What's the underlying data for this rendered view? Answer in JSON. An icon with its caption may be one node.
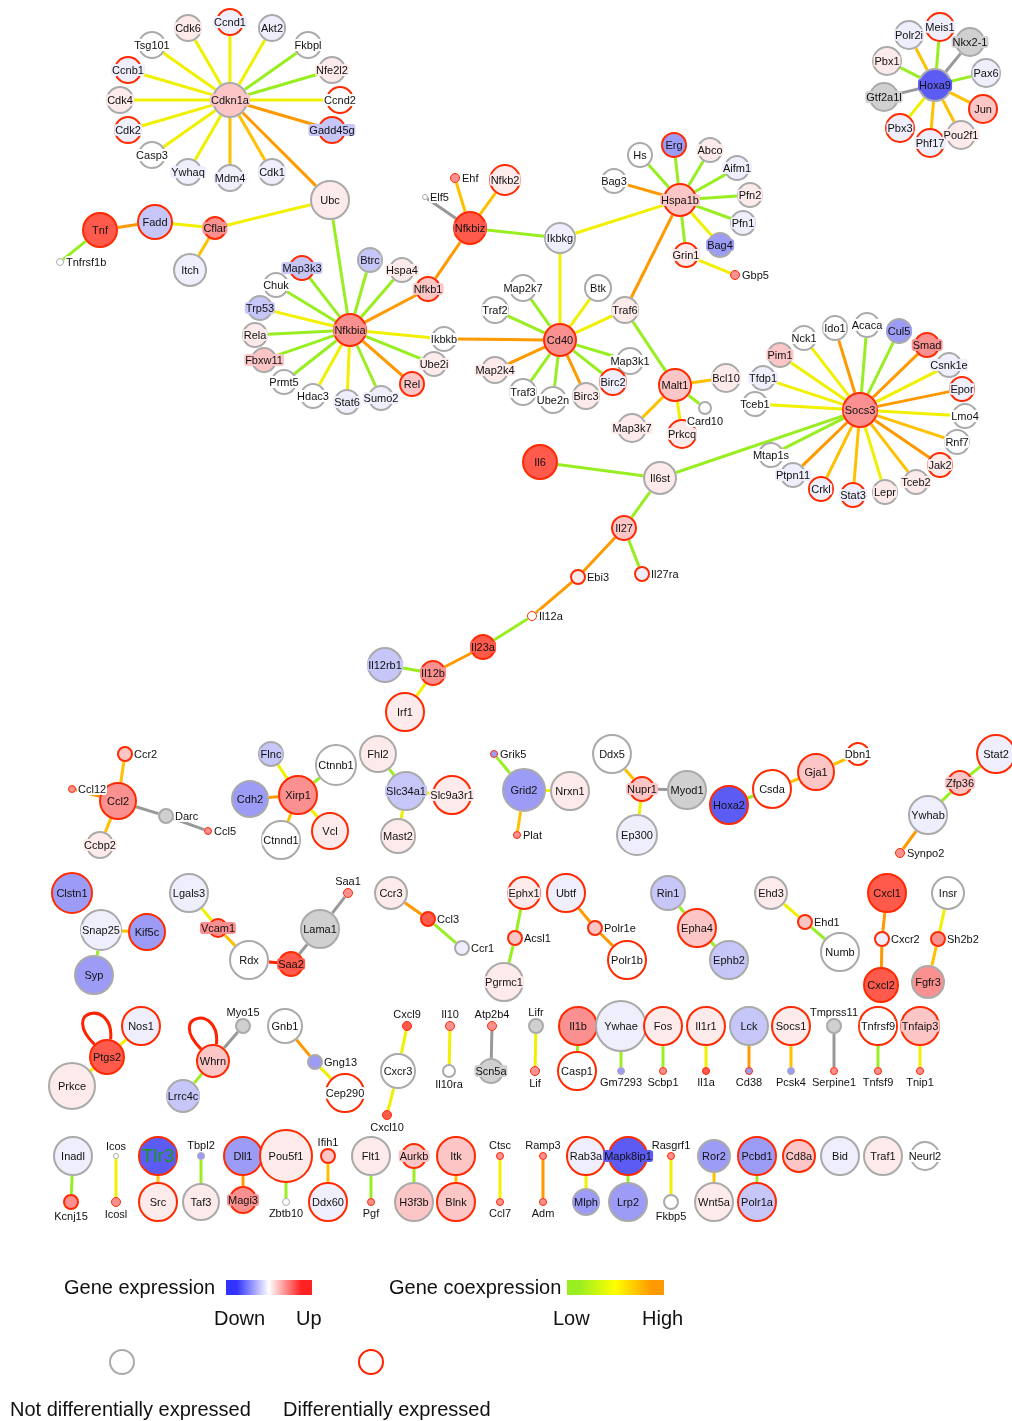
{
  "diagram": {
    "nodes": [
      {
        "text": [
          "Cdk6"
        ]
      },
      {
        "text": [
          "Ccnd1"
        ]
      },
      {
        "text": [
          "Ccnb1"
        ]
      },
      {
        "text": [
          "Cdk4"
        ]
      },
      {
        "text": [
          "Tsg101"
        ]
      },
      {
        "text": [
          "Akt2"
        ]
      },
      {
        "text": [
          "Fkbpl"
        ]
      },
      {
        "text": [
          "Cdk2"
        ]
      },
      {
        "text": [
          "Casp3"
        ]
      },
      {
        "text": [
          "Cdkn1a"
        ]
      },
      {
        "text": [
          "Nfe2l2"
        ]
      },
      {
        "text": [
          "Ccnd2"
        ]
      },
      {
        "text": [
          "Ywhaq"
        ]
      },
      {
        "text": [
          "Mdm4"
        ]
      },
      {
        "text": [
          "Cdk1"
        ]
      },
      {
        "text": [
          "Gadd45g"
        ]
      },
      {
        "text": [
          "Ubc"
        ]
      },
      {
        "text": [
          "Tnf"
        ]
      },
      {
        "text": [
          "Fadd"
        ]
      },
      {
        "text": [
          "Cflar"
        ]
      },
      {
        "text": [
          "Tnfrsf1b"
        ]
      },
      {
        "text": [
          "Itch"
        ]
      },
      {
        "text": [
          "Map3k3"
        ]
      },
      {
        "text": [
          "Btrc"
        ]
      },
      {
        "text": [
          "Hspa4"
        ]
      },
      {
        "text": [
          "Nfkb1"
        ]
      },
      {
        "text": [
          "Chuk"
        ]
      },
      {
        "text": [
          "Trp53"
        ]
      },
      {
        "text": [
          "Nfkbia"
        ]
      },
      {
        "text": [
          "Rela"
        ]
      },
      {
        "text": [
          "Fbxw11"
        ]
      },
      {
        "text": [
          "Hdac3"
        ]
      },
      {
        "text": [
          "Prmt5"
        ]
      },
      {
        "text": [
          "Sumo2"
        ]
      },
      {
        "text": [
          "Stat6"
        ]
      },
      {
        "text": [
          "Ube2i"
        ]
      },
      {
        "text": [
          "Ikbkb"
        ]
      },
      {
        "text": [
          "Rel"
        ]
      },
      {
        "text": [
          "Ehf"
        ]
      },
      {
        "text": [
          "Nfkb2"
        ]
      },
      {
        "text": [
          "Elf5"
        ]
      },
      {
        "text": [
          "Nfkbiz"
        ]
      },
      {
        "text": [
          "Ikbkg"
        ]
      },
      {
        "text": [
          "Hs"
        ]
      },
      {
        "text": [
          "Erg"
        ]
      },
      {
        "text": [
          "Abco"
        ]
      },
      {
        "text": [
          "Aifm1"
        ]
      },
      {
        "text": [
          "Pfn2"
        ]
      },
      {
        "text": [
          "Pfn1"
        ]
      },
      {
        "text": [
          "Bag3"
        ]
      },
      {
        "text": [
          "Hspa1b"
        ]
      },
      {
        "text": [
          "Bag4"
        ]
      },
      {
        "text": [
          "Grin1"
        ]
      },
      {
        "text": [
          "Gbp5"
        ]
      },
      {
        "text": [
          "Map2k7"
        ]
      },
      {
        "text": [
          "Traf2"
        ]
      },
      {
        "text": [
          "Btk"
        ]
      },
      {
        "text": [
          "Traf6"
        ]
      },
      {
        "text": [
          "Cd40"
        ]
      },
      {
        "text": [
          "Map3k1"
        ]
      },
      {
        "text": [
          "Map2k4"
        ]
      },
      {
        "text": [
          "Birc2"
        ]
      },
      {
        "text": [
          "Traf3"
        ]
      },
      {
        "text": [
          "Ube2n"
        ]
      },
      {
        "text": [
          "Birc3"
        ]
      },
      {
        "text": [
          "Malt1"
        ]
      },
      {
        "text": [
          "Card10"
        ]
      },
      {
        "text": [
          "Bcl10"
        ]
      },
      {
        "text": [
          "Map3k7"
        ]
      },
      {
        "text": [
          "Prkcq"
        ]
      },
      {
        "text": [
          "Pim1"
        ]
      },
      {
        "text": [
          "Nck1"
        ]
      },
      {
        "text": [
          "Acaca"
        ]
      },
      {
        "text": [
          "Cul5"
        ]
      },
      {
        "text": [
          "Tfdp1"
        ]
      },
      {
        "text": [
          "Ido1"
        ]
      },
      {
        "text": [
          "Smad"
        ]
      },
      {
        "text": [
          "Csnk1e"
        ]
      },
      {
        "text": [
          "Tceb1"
        ]
      },
      {
        "text": [
          "Socs3"
        ]
      },
      {
        "text": [
          "Epor"
        ]
      },
      {
        "text": [
          "Lmo4"
        ]
      },
      {
        "text": [
          "Mtap1s"
        ]
      },
      {
        "text": [
          "Tceb2"
        ]
      },
      {
        "text": [
          "Rnf7"
        ]
      },
      {
        "text": [
          "Ptpn11"
        ]
      },
      {
        "text": [
          "Stat3"
        ]
      },
      {
        "text": [
          "Crkl"
        ]
      },
      {
        "text": [
          "Lepr"
        ]
      },
      {
        "text": [
          "Jak2"
        ]
      },
      {
        "text": [
          "Il6"
        ]
      },
      {
        "text": [
          "Il6st"
        ]
      },
      {
        "text": [
          "Il27"
        ]
      },
      {
        "text": [
          "Il27ra"
        ]
      },
      {
        "text": [
          "Ebi3"
        ]
      },
      {
        "text": [
          "Il12a"
        ]
      },
      {
        "text": [
          "Il23a"
        ]
      },
      {
        "text": [
          "Il12rb1"
        ]
      },
      {
        "text": [
          "Il12b"
        ]
      },
      {
        "text": [
          "Irf1"
        ]
      },
      {
        "text": [
          "Meis1"
        ]
      },
      {
        "text": [
          "Polr2i"
        ]
      },
      {
        "text": [
          "Nkx2-1"
        ]
      },
      {
        "text": [
          "Pbx1"
        ]
      },
      {
        "text": [
          "Hoxa9"
        ]
      },
      {
        "text": [
          "Pax6"
        ]
      },
      {
        "text": [
          "Gtf2a1l"
        ]
      },
      {
        "text": [
          "Jun"
        ]
      },
      {
        "text": [
          "Pbx3"
        ]
      },
      {
        "text": [
          "Pou2f1"
        ]
      },
      {
        "text": [
          "Phf17"
        ]
      },
      {
        "text": [
          "Ccr2"
        ]
      },
      {
        "text": [
          "Ccl12"
        ]
      },
      {
        "text": [
          "Ccl2"
        ]
      },
      {
        "text": [
          "Darc"
        ]
      },
      {
        "text": [
          "Ccl5"
        ]
      },
      {
        "text": [
          "Ccbp2"
        ]
      },
      {
        "text": [
          "Flnc"
        ]
      },
      {
        "text": [
          "Ctnnb1"
        ]
      },
      {
        "text": [
          "Cdh2"
        ]
      },
      {
        "text": [
          "Xirp1"
        ]
      },
      {
        "text": [
          "Vcl"
        ]
      },
      {
        "text": [
          "Ctnnd1"
        ]
      },
      {
        "text": [
          "Fhl2"
        ]
      },
      {
        "text": [
          "Slc34a1"
        ]
      },
      {
        "text": [
          "Slc9a3r1"
        ]
      },
      {
        "text": [
          "Mast2"
        ]
      },
      {
        "text": [
          "Grik5"
        ]
      },
      {
        "text": [
          "Grid2"
        ]
      },
      {
        "text": [
          "Nrxn1"
        ]
      },
      {
        "text": [
          "Plat"
        ]
      },
      {
        "text": [
          "Ddx5"
        ]
      },
      {
        "text": [
          "Nupr1"
        ]
      },
      {
        "text": [
          "Myod1"
        ]
      },
      {
        "text": [
          "Ep300"
        ]
      },
      {
        "text": [
          "Hoxa2"
        ]
      },
      {
        "text": [
          "Csda"
        ]
      },
      {
        "text": [
          "Gja1"
        ]
      },
      {
        "text": [
          "Dbn1"
        ]
      },
      {
        "text": [
          "Stat2"
        ]
      },
      {
        "text": [
          "Zfp36"
        ]
      },
      {
        "text": [
          "Ywhab"
        ]
      },
      {
        "text": [
          "Synpo2"
        ]
      },
      {
        "text": [
          "Clstn1"
        ]
      },
      {
        "text": [
          "Snap25"
        ]
      },
      {
        "text": [
          "Kif5c"
        ]
      },
      {
        "text": [
          "Syp"
        ]
      },
      {
        "text": [
          "Lgals3"
        ]
      },
      {
        "text": [
          "Vcam1"
        ]
      },
      {
        "text": [
          "Rdx"
        ]
      },
      {
        "text": [
          "Saa1"
        ]
      },
      {
        "text": [
          "Lama1"
        ]
      },
      {
        "text": [
          "Saa2"
        ]
      },
      {
        "text": [
          "Ccr3"
        ]
      },
      {
        "text": [
          "Ccl3"
        ]
      },
      {
        "text": [
          "Ccr1"
        ]
      },
      {
        "text": [
          "Ephx1"
        ]
      },
      {
        "text": [
          "Ubtf"
        ]
      },
      {
        "text": [
          "Acsl1"
        ]
      },
      {
        "text": [
          "Polr1e"
        ]
      },
      {
        "text": [
          "Pgrmc1"
        ]
      },
      {
        "text": [
          "Polr1b"
        ]
      },
      {
        "text": [
          "Rin1"
        ]
      },
      {
        "text": [
          "Epha4"
        ]
      },
      {
        "text": [
          "Ephb2"
        ]
      },
      {
        "text": [
          "Ehd3"
        ]
      },
      {
        "text": [
          "Ehd1"
        ]
      },
      {
        "text": [
          "Numb"
        ]
      },
      {
        "text": [
          "Cxcl1"
        ]
      },
      {
        "text": [
          "Insr"
        ]
      },
      {
        "text": [
          "Cxcr2"
        ]
      },
      {
        "text": [
          "Sh2b2"
        ]
      },
      {
        "text": [
          "Cxcl2"
        ]
      },
      {
        "text": [
          "Fgfr3"
        ]
      },
      {
        "text": [
          "Nos1"
        ]
      },
      {
        "text": [
          "Ptgs2"
        ]
      },
      {
        "text": [
          "Prkce"
        ]
      },
      {
        "text": [
          "Myo15"
        ]
      },
      {
        "text": [
          "Gnb1"
        ]
      },
      {
        "text": [
          "Whrn"
        ]
      },
      {
        "text": [
          "Gng13"
        ]
      },
      {
        "text": [
          "Lrrc4c"
        ]
      },
      {
        "text": [
          "Cep290"
        ]
      },
      {
        "text": [
          "Cxcl9"
        ]
      },
      {
        "text": [
          "Cxcr3"
        ]
      },
      {
        "text": [
          "Cxcl10"
        ]
      },
      {
        "text": [
          "Il10"
        ]
      },
      {
        "text": [
          "Il10ra"
        ]
      },
      {
        "text": [
          "Atp2b4"
        ]
      },
      {
        "text": [
          "Scn5a"
        ]
      },
      {
        "text": [
          "Lifr"
        ]
      },
      {
        "text": [
          "Lif"
        ]
      },
      {
        "text": [
          "Il1b"
        ]
      },
      {
        "text": [
          "Casp1"
        ]
      },
      {
        "text": [
          "Ywhae"
        ]
      },
      {
        "text": [
          "Gm7293"
        ]
      },
      {
        "text": [
          "Fos"
        ]
      },
      {
        "text": [
          "Scbp1"
        ]
      },
      {
        "text": [
          "Il1r1"
        ]
      },
      {
        "text": [
          "Il1a"
        ]
      },
      {
        "text": [
          "Lck"
        ]
      },
      {
        "text": [
          "Cd38"
        ]
      },
      {
        "text": [
          "Socs1"
        ]
      },
      {
        "text": [
          "Pcsk4"
        ]
      },
      {
        "text": [
          "Tmprss11"
        ]
      },
      {
        "text": [
          "Serpine1"
        ]
      },
      {
        "text": [
          "Tnfrsf9"
        ]
      },
      {
        "text": [
          "Tnfsf9"
        ]
      },
      {
        "text": [
          "Tnfaip3"
        ]
      },
      {
        "text": [
          "Tnip1"
        ]
      },
      {
        "text": [
          "Inadl"
        ]
      },
      {
        "text": [
          "Kcnj15"
        ]
      },
      {
        "text": [
          "Icos"
        ]
      },
      {
        "text": [
          "Icosl"
        ]
      },
      {
        "text": [
          "Tlr3"
        ]
      },
      {
        "text": [
          "Src"
        ]
      },
      {
        "text": [
          "Tbpl2"
        ]
      },
      {
        "text": [
          "Taf3"
        ]
      },
      {
        "text": [
          "Dll1"
        ]
      },
      {
        "text": [
          "Magi3"
        ]
      },
      {
        "text": [
          "Pou5f1"
        ]
      },
      {
        "text": [
          "Zbtb10"
        ]
      },
      {
        "text": [
          "Ifih1"
        ]
      },
      {
        "text": [
          "Ddx60"
        ]
      },
      {
        "text": [
          "Flt1"
        ]
      },
      {
        "text": [
          "Pgf"
        ]
      },
      {
        "text": [
          "Aurkb"
        ]
      },
      {
        "text": [
          "H3f3b"
        ]
      },
      {
        "text": [
          "Itk"
        ]
      },
      {
        "text": [
          "Blnk"
        ]
      },
      {
        "text": [
          "Ctsc"
        ]
      },
      {
        "text": [
          "Ccl7"
        ]
      },
      {
        "text": [
          "Ramp3"
        ]
      },
      {
        "text": [
          "Adm"
        ]
      },
      {
        "text": [
          "Rab3a"
        ]
      },
      {
        "text": [
          "Mapk8ip1"
        ]
      },
      {
        "text": [
          "Mlph"
        ]
      },
      {
        "text": [
          "Lrp2"
        ]
      },
      {
        "text": [
          "Rasgrf1"
        ]
      },
      {
        "text": [
          "Fkbp5"
        ]
      },
      {
        "text": [
          "Ror2"
        ]
      },
      {
        "text": [
          "Wnt5a"
        ]
      },
      {
        "text": [
          "Pcbd1"
        ]
      },
      {
        "text": [
          "Polr1a"
        ]
      },
      {
        "text": [
          "Cd8a"
        ]
      },
      {
        "text": [
          "Bid"
        ]
      },
      {
        "text": [
          "Traf1"
        ]
      },
      {
        "text": [
          "Neurl2"
        ]
      }
    ],
    "edges": [
      {
        "from": 9,
        "to": 0,
        "arrow": "none",
        "color": "#f0f000"
      },
      {
        "from": 9,
        "to": 1,
        "arrow": "none",
        "color": "#f0f000"
      },
      {
        "from": 9,
        "to": 2,
        "arrow": "none",
        "color": "#f0f000"
      },
      {
        "from": 9,
        "to": 3,
        "arrow": "none",
        "color": "#f0f000"
      },
      {
        "from": 9,
        "to": 4,
        "arrow": "none",
        "color": "#f0f000"
      },
      {
        "from": 9,
        "to": 5,
        "arrow": "none",
        "color": "#f0f000"
      },
      {
        "from": 9,
        "to": 6,
        "arrow": "none"
      },
      {
        "from": 9,
        "to": 7,
        "arrow": "none",
        "color": "#f0f000"
      },
      {
        "from": 9,
        "to": 8,
        "arrow": "none",
        "color": "#f0f000"
      },
      {
        "from": 9,
        "to": 10,
        "arrow": "none"
      },
      {
        "from": 9,
        "to": 11,
        "arrow": "none",
        "color": "#f0f000"
      },
      {
        "from": 9,
        "to": 12,
        "arrow": "none",
        "color": "#f0f000"
      },
      {
        "from": 9,
        "to": 13,
        "arrow": "none",
        "color": "#ffc000"
      },
      {
        "from": 9,
        "to": 14,
        "arrow": "none",
        "color": "#ffc000"
      },
      {
        "from": 9,
        "to": 15,
        "arrow": "none",
        "color": "#ff9900"
      },
      {
        "from": 9,
        "to": 16,
        "arrow": "none",
        "color": "#ff9900"
      },
      {
        "from": 16,
        "to": 19,
        "arrow": "none",
        "color": "#f0f000"
      },
      {
        "from": 19,
        "to": 18,
        "arrow": "none",
        "color": "#f0f000"
      },
      {
        "from": 18,
        "to": 17,
        "arrow": "none",
        "color": "#ff9900"
      },
      {
        "from": 17,
        "to": 20,
        "arrow": "none"
      },
      {
        "from": 19,
        "to": 21,
        "arrow": "none",
        "color": "#ffc000"
      },
      {
        "from": 16,
        "to": 28,
        "arrow": "none"
      },
      {
        "from": 28,
        "to": 22,
        "arrow": "none"
      },
      {
        "from": 28,
        "to": 23,
        "arrow": "none"
      },
      {
        "from": 28,
        "to": 24,
        "arrow": "none"
      },
      {
        "from": 28,
        "to": 25,
        "arrow": "none",
        "color": "#ff9900"
      },
      {
        "from": 28,
        "to": 26,
        "arrow": "none"
      },
      {
        "from": 28,
        "to": 27,
        "arrow": "none",
        "color": "#f0f000"
      },
      {
        "from": 28,
        "to": 29,
        "arrow": "none"
      },
      {
        "from": 28,
        "to": 30,
        "arrow": "none"
      },
      {
        "from": 28,
        "to": 31,
        "arrow": "none",
        "color": "#f0f000"
      },
      {
        "from": 28,
        "to": 32,
        "arrow": "none"
      },
      {
        "from": 28,
        "to": 33,
        "arrow": "none"
      },
      {
        "from": 28,
        "to": 34,
        "arrow": "none",
        "color": "#f0f000"
      },
      {
        "from": 28,
        "to": 35,
        "arrow": "none"
      },
      {
        "from": 28,
        "to": 36,
        "arrow": "none",
        "color": "#f0f000"
      },
      {
        "from": 28,
        "to": 37,
        "arrow": "none",
        "color": "#ff9900"
      },
      {
        "from": 25,
        "to": 41,
        "arrow": "none",
        "color": "#ff9900"
      },
      {
        "from": 41,
        "to": 38,
        "arrow": "none",
        "color": "#ffc000"
      },
      {
        "from": 41,
        "to": 39,
        "arrow": "none",
        "color": "#ffc000"
      },
      {
        "from": 41,
        "to": 40,
        "arrow": "none",
        "color": "#999999"
      },
      {
        "from": 41,
        "to": 42,
        "arrow": "none"
      },
      {
        "from": 42,
        "to": 50,
        "arrow": "none",
        "color": "#f0f000"
      },
      {
        "from": 42,
        "to": 58,
        "arrow": "none",
        "color": "#f0f000"
      },
      {
        "from": 58,
        "to": 54,
        "arrow": "none"
      },
      {
        "from": 58,
        "to": 55,
        "arrow": "none"
      },
      {
        "from": 58,
        "to": 56,
        "arrow": "none",
        "color": "#f0f000"
      },
      {
        "from": 58,
        "to": 57,
        "arrow": "none",
        "color": "#f0f000"
      },
      {
        "from": 58,
        "to": 59,
        "arrow": "none"
      },
      {
        "from": 58,
        "to": 60,
        "arrow": "none",
        "color": "#ff9900"
      },
      {
        "from": 58,
        "to": 61,
        "arrow": "none"
      },
      {
        "from": 58,
        "to": 62,
        "arrow": "none"
      },
      {
        "from": 58,
        "to": 63,
        "arrow": "none"
      },
      {
        "from": 58,
        "to": 64,
        "arrow": "none",
        "color": "#ff9900"
      },
      {
        "from": 58,
        "to": 36,
        "arrow": "none",
        "color": "#ff9900"
      },
      {
        "from": 57,
        "to": 50,
        "arrow": "none",
        "color": "#ff9900"
      },
      {
        "from": 57,
        "to": 65,
        "arrow": "none"
      },
      {
        "from": 50,
        "to": 43,
        "arrow": "none"
      },
      {
        "from": 50,
        "to": 44,
        "arrow": "none"
      },
      {
        "from": 50,
        "to": 45,
        "arrow": "none"
      },
      {
        "from": 50,
        "to": 46,
        "arrow": "none"
      },
      {
        "from": 50,
        "to": 47,
        "arrow": "none"
      },
      {
        "from": 50,
        "to": 48,
        "arrow": "none"
      },
      {
        "from": 50,
        "to": 49,
        "arrow": "none",
        "color": "#ff9900"
      },
      {
        "from": 50,
        "to": 51,
        "arrow": "none",
        "color": "#f0f000"
      },
      {
        "from": 50,
        "to": 52,
        "arrow": "none"
      },
      {
        "from": 52,
        "to": 53,
        "arrow": "none",
        "color": "#f0f000"
      },
      {
        "from": 65,
        "to": 67,
        "arrow": "none",
        "color": "#ffc000"
      },
      {
        "from": 65,
        "to": 66,
        "arrow": "none"
      },
      {
        "from": 65,
        "to": 68,
        "arrow": "none",
        "color": "#ffc000"
      },
      {
        "from": 65,
        "to": 69,
        "arrow": "none",
        "color": "#f0f000"
      },
      {
        "from": 79,
        "to": 70,
        "arrow": "none",
        "color": "#f0f000"
      },
      {
        "from": 79,
        "to": 71,
        "arrow": "none",
        "color": "#f0f000"
      },
      {
        "from": 79,
        "to": 72,
        "arrow": "none"
      },
      {
        "from": 79,
        "to": 73,
        "arrow": "none"
      },
      {
        "from": 79,
        "to": 74,
        "arrow": "none",
        "color": "#f0f000"
      },
      {
        "from": 79,
        "to": 75,
        "arrow": "none",
        "color": "#ff9900"
      },
      {
        "from": 79,
        "to": 76,
        "arrow": "none",
        "color": "#ff9900"
      },
      {
        "from": 79,
        "to": 77,
        "arrow": "none",
        "color": "#f0f000"
      },
      {
        "from": 79,
        "to": 78,
        "arrow": "none",
        "color": "#f0f000"
      },
      {
        "from": 79,
        "to": 80,
        "arrow": "none",
        "color": "#ff9900"
      },
      {
        "from": 79,
        "to": 81,
        "arrow": "none",
        "color": "#f0f000"
      },
      {
        "from": 79,
        "to": 82,
        "arrow": "none"
      },
      {
        "from": 79,
        "to": 83,
        "arrow": "none",
        "color": "#ffc000"
      },
      {
        "from": 79,
        "to": 84,
        "arrow": "none",
        "color": "#ffc000"
      },
      {
        "from": 79,
        "to": 85,
        "arrow": "none",
        "color": "#ff9900"
      },
      {
        "from": 79,
        "to": 86,
        "arrow": "none",
        "color": "#ffc000"
      },
      {
        "from": 79,
        "to": 87,
        "arrow": "none",
        "color": "#ffc000"
      },
      {
        "from": 79,
        "to": 88,
        "arrow": "none",
        "color": "#f0f000"
      },
      {
        "from": 79,
        "to": 89,
        "arrow": "none",
        "color": "#ff9900"
      },
      {
        "from": 79,
        "to": 91,
        "arrow": "none"
      },
      {
        "from": 91,
        "to": 90,
        "arrow": "none"
      },
      {
        "from": 91,
        "to": 92,
        "arrow": "none"
      },
      {
        "from": 92,
        "to": 93,
        "arrow": "none"
      },
      {
        "from": 92,
        "to": 94,
        "arrow": "none",
        "color": "#ff9900"
      },
      {
        "from": 94,
        "to": 95,
        "arrow": "none",
        "color": "#ff9900"
      },
      {
        "from": 95,
        "to": 96,
        "arrow": "none"
      },
      {
        "from": 96,
        "to": 98,
        "arrow": "none",
        "color": "#ff9900"
      },
      {
        "from": 98,
        "to": 97,
        "arrow": "none"
      },
      {
        "from": 98,
        "to": 99,
        "arrow": "none",
        "color": "#f0f000"
      },
      {
        "from": 104,
        "to": 100,
        "arrow": "none"
      },
      {
        "from": 104,
        "to": 101,
        "arrow": "none",
        "color": "#ffc000"
      },
      {
        "from": 104,
        "to": 102,
        "arrow": "none",
        "color": "#999999"
      },
      {
        "from": 104,
        "to": 103,
        "arrow": "none"
      },
      {
        "from": 104,
        "to": 106,
        "arrow": "none",
        "color": "#999999"
      },
      {
        "from": 104,
        "to": 108,
        "arrow": "none",
        "color": "#f0f000"
      },
      {
        "from": 104,
        "to": 110,
        "arrow": "none",
        "color": "#ffc000"
      },
      {
        "from": 104,
        "to": 109,
        "arrow": "none",
        "color": "#ffc000"
      },
      {
        "from": 104,
        "to": 107,
        "arrow": "none",
        "color": "#ffc000"
      },
      {
        "from": 104,
        "to": 105,
        "arrow": "none"
      },
      {
        "from": 113,
        "to": 111,
        "arrow": "none",
        "color": "#ffc000"
      },
      {
        "from": 113,
        "to": 112,
        "arrow": "none",
        "color": "#ff9900"
      },
      {
        "from": 113,
        "to": 116,
        "arrow": "none",
        "color": "#ffc000"
      },
      {
        "from": 113,
        "to": 114,
        "arrow": "none",
        "color": "#999999"
      },
      {
        "from": 114,
        "to": 115,
        "arrow": "none",
        "color": "#999999"
      },
      {
        "from": 120,
        "to": 117,
        "arrow": "none",
        "color": "#f0f000"
      },
      {
        "from": 120,
        "to": 119,
        "arrow": "none",
        "color": "#ff9900"
      },
      {
        "from": 120,
        "to": 118,
        "arrow": "none"
      },
      {
        "from": 120,
        "to": 121,
        "arrow": "none",
        "color": "#f0f000"
      },
      {
        "from": 120,
        "to": 122,
        "arrow": "none",
        "color": "#ffc000"
      },
      {
        "from": 124,
        "to": 123,
        "arrow": "none"
      },
      {
        "from": 124,
        "to": 125,
        "arrow": "none",
        "color": "#f0f000"
      },
      {
        "from": 124,
        "to": 126,
        "arrow": "none",
        "color": "#f0f000"
      },
      {
        "from": 128,
        "to": 127,
        "arrow": "none"
      },
      {
        "from": 128,
        "to": 129,
        "arrow": "none",
        "color": "#f0f000"
      },
      {
        "from": 128,
        "to": 130,
        "arrow": "none",
        "color": "#ffc000"
      },
      {
        "from": 132,
        "to": 131,
        "arrow": "none",
        "color": "#ffc000"
      },
      {
        "from": 132,
        "to": 133,
        "arrow": "none",
        "color": "#999999"
      },
      {
        "from": 132,
        "to": 134,
        "arrow": "none",
        "color": "#f0f000"
      },
      {
        "from": 135,
        "to": 136,
        "arrow": "none"
      },
      {
        "from": 136,
        "to": 137,
        "arrow": "none",
        "color": "#ffc000"
      },
      {
        "from": 137,
        "to": 138,
        "arrow": "none",
        "color": "#ffc000"
      },
      {
        "from": 139,
        "to": 140,
        "arrow": "none"
      },
      {
        "from": 140,
        "to": 141,
        "arrow": "none"
      },
      {
        "from": 141,
        "to": 142,
        "arrow": "none",
        "color": "#ff9900"
      },
      {
        "from": 144,
        "to": 145,
        "arrow": "none",
        "color": "#ffc000"
      },
      {
        "from": 144,
        "to": 146,
        "arrow": "none"
      },
      {
        "from": 148,
        "to": 147,
        "arrow": "none",
        "color": "#f0f000"
      },
      {
        "from": 148,
        "to": 149,
        "arrow": "none",
        "color": "#ffc000"
      },
      {
        "from": 149,
        "to": 152,
        "arrow": "none",
        "color": "#ff2200"
      },
      {
        "from": 152,
        "to": 151,
        "arrow": "none",
        "color": "#999999"
      },
      {
        "from": 151,
        "to": 150,
        "arrow": "none",
        "color": "#999999"
      },
      {
        "from": 153,
        "to": 154,
        "arrow": "none",
        "color": "#ff9900"
      },
      {
        "from": 154,
        "to": 155,
        "arrow": "none"
      },
      {
        "from": 158,
        "to": 156,
        "arrow": "none"
      },
      {
        "from": 158,
        "to": 160,
        "arrow": "none"
      },
      {
        "from": 159,
        "to": 157,
        "arrow": "none",
        "color": "#ff9900"
      },
      {
        "from": 159,
        "to": 161,
        "arrow": "none",
        "color": "#ff9900"
      },
      {
        "from": 162,
        "to": 163,
        "arrow": "none"
      },
      {
        "from": 163,
        "to": 164,
        "arrow": "none"
      },
      {
        "from": 166,
        "to": 165,
        "arrow": "none",
        "color": "#f0f000"
      },
      {
        "from": 166,
        "to": 167,
        "arrow": "none"
      },
      {
        "from": 170,
        "to": 168,
        "arrow": "none",
        "color": "#ff9900"
      },
      {
        "from": 170,
        "to": 172,
        "arrow": "none",
        "color": "#ff9900"
      },
      {
        "from": 171,
        "to": 169,
        "arrow": "none",
        "color": "#f0f000"
      },
      {
        "from": 171,
        "to": 173,
        "arrow": "none",
        "color": "#ffc000"
      },
      {
        "from": 175,
        "to": 175,
        "arrow": "none",
        "color": "#ff2200"
      },
      {
        "from": 175,
        "to": 174,
        "arrow": "none",
        "color": "#f0f000"
      },
      {
        "from": 175,
        "to": 176,
        "arrow": "none",
        "color": "#f0f000"
      },
      {
        "from": 179,
        "to": 179,
        "arrow": "none",
        "color": "#ff2200"
      },
      {
        "from": 179,
        "to": 177,
        "arrow": "none",
        "color": "#999999"
      },
      {
        "from": 179,
        "to": 181,
        "arrow": "none"
      },
      {
        "from": 180,
        "to": 178,
        "arrow": "none",
        "color": "#ff9900"
      },
      {
        "from": 180,
        "to": 182,
        "arrow": "none",
        "color": "#f0f000"
      },
      {
        "from": 184,
        "to": 183,
        "arrow": "none",
        "color": "#f0f000"
      },
      {
        "from": 184,
        "to": 185,
        "arrow": "none",
        "color": "#f0f000"
      },
      {
        "from": 186,
        "to": 187,
        "arrow": "none",
        "color": "#f0f000"
      },
      {
        "from": 188,
        "to": 189,
        "arrow": "none",
        "color": "#999999"
      },
      {
        "from": 190,
        "to": 191,
        "arrow": "none",
        "color": "#f0f000"
      },
      {
        "from": 192,
        "to": 193,
        "arrow": "none"
      },
      {
        "from": 194,
        "to": 195,
        "arrow": "none"
      },
      {
        "from": 196,
        "to": 197,
        "arrow": "none"
      },
      {
        "from": 198,
        "to": 199,
        "arrow": "none",
        "color": "#f0f000"
      },
      {
        "from": 200,
        "to": 201,
        "arrow": "none",
        "color": "#ff9900"
      },
      {
        "from": 202,
        "to": 203,
        "arrow": "none",
        "color": "#ffc000"
      },
      {
        "from": 204,
        "to": 205,
        "arrow": "none",
        "color": "#999999"
      },
      {
        "from": 206,
        "to": 207,
        "arrow": "none"
      },
      {
        "from": 208,
        "to": 209,
        "arrow": "none",
        "color": "#f0f000"
      },
      {
        "from": 210,
        "to": 211,
        "arrow": "none"
      },
      {
        "from": 212,
        "to": 213,
        "arrow": "none",
        "color": "#f0f000"
      },
      {
        "from": 214,
        "to": 215,
        "arrow": "none",
        "color": "#ffc000"
      },
      {
        "from": 216,
        "to": 217,
        "arrow": "none"
      },
      {
        "from": 218,
        "to": 219,
        "arrow": "none",
        "color": "#ff9900"
      },
      {
        "from": 220,
        "to": 221,
        "arrow": "none"
      },
      {
        "from": 222,
        "to": 223,
        "arrow": "none",
        "color": "#ffc000"
      },
      {
        "from": 224,
        "to": 225,
        "arrow": "none"
      },
      {
        "from": 226,
        "to": 227,
        "arrow": "none"
      },
      {
        "from": 228,
        "to": 229,
        "arrow": "none",
        "color": "#ffc000"
      },
      {
        "from": 230,
        "to": 231,
        "arrow": "none",
        "color": "#f0f000"
      },
      {
        "from": 232,
        "to": 233,
        "arrow": "none",
        "color": "#ff9900"
      },
      {
        "from": 234,
        "to": 236,
        "arrow": "none",
        "color": "#f0f000"
      },
      {
        "from": 235,
        "to": 237,
        "arrow": "none"
      },
      {
        "from": 238,
        "to": 239,
        "arrow": "none",
        "color": "#f0f000"
      },
      {
        "from": 240,
        "to": 241,
        "arrow": "none",
        "color": "#ffc000"
      },
      {
        "from": 242,
        "to": 243,
        "arrow": "none"
      }
    ],
    "labels": [
      "Gene expression",
      "Gene coexpression"
    ],
    "legend": [
      {
        "text": "Down",
        "color": "#3333ff"
      },
      {
        "text": "Up",
        "color": "#ff2222"
      },
      {
        "text": "Low",
        "color": "#99ee22"
      },
      {
        "text": "High",
        "color": "#ff9900"
      },
      {
        "text": "Not differentially expressed"
      },
      {
        "text": "Differentially expressed"
      }
    ]
  }
}
